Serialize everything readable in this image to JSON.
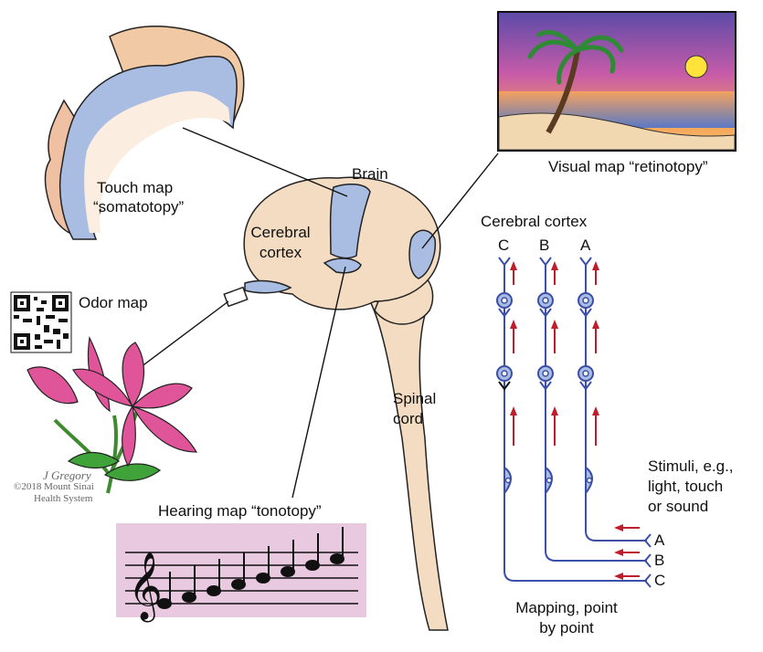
{
  "labels": {
    "touch_map_line1": "Touch map",
    "touch_map_line2": "“somatotopy”",
    "visual_map": "Visual map “retinotopy”",
    "brain": "Brain",
    "cerebral_cortex_brain_line1": "Cerebral",
    "cerebral_cortex_brain_line2": "cortex",
    "odor_map": "Odor map",
    "spinal_line1": "Spinal",
    "spinal_line2": "cord",
    "hearing_map": "Hearing map “tonotopy”",
    "cerebral_cortex_pathway": "Cerebral cortex",
    "stimuli_line1": "Stimuli, e.g.,",
    "stimuli_line2": "light, touch",
    "stimuli_line3": "or sound",
    "mapping_line1": "Mapping, point",
    "mapping_line2": "by point"
  },
  "pathway": {
    "top_letters": [
      "C",
      "B",
      "A"
    ],
    "bottom_letters": [
      "A",
      "B",
      "C"
    ]
  },
  "credit": {
    "artist": "J Gregory",
    "line1": "©2018 Mount Sinai",
    "line2": "Health System"
  },
  "colors": {
    "brain_fill": "#f4dcc3",
    "cortex_map_blue": "#a9bde2",
    "pathway_blue": "#3b4fa8",
    "arrow_red": "#c01c2c",
    "music_bg": "#e8c9e0",
    "lily_pink": "#e0559a",
    "leaf_green": "#3fa33a"
  }
}
